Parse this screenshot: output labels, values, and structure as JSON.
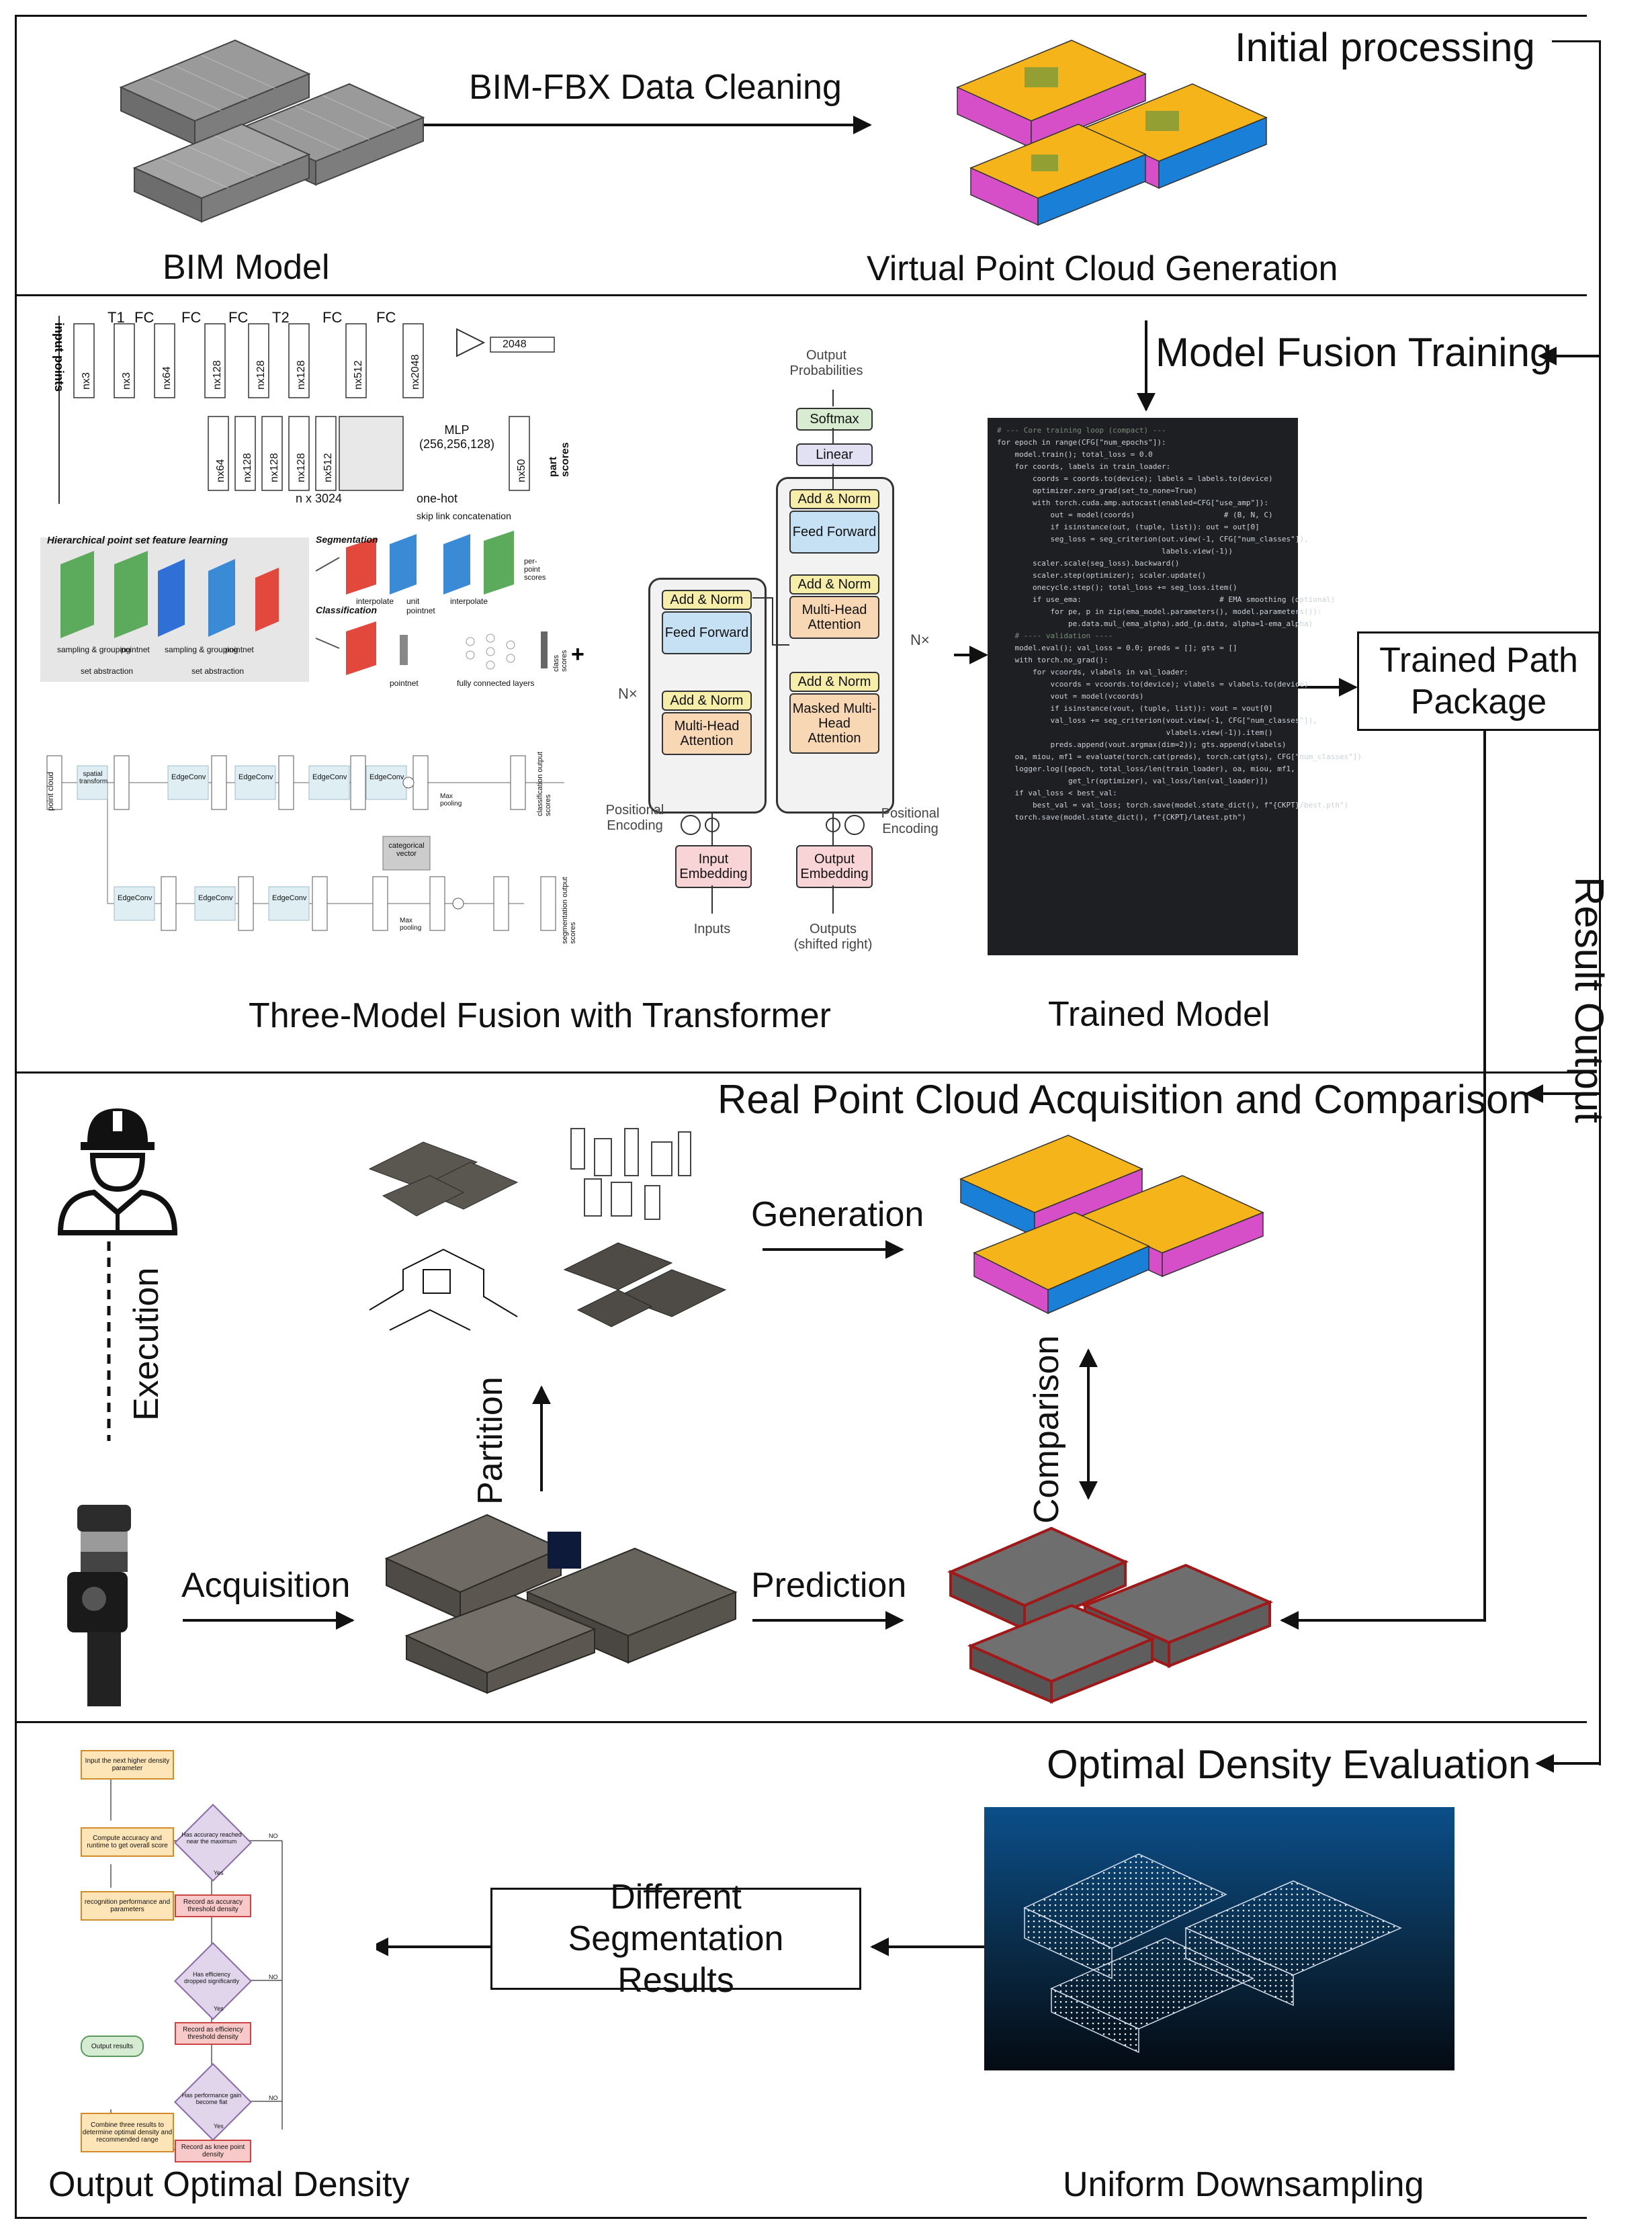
{
  "sections": {
    "s1": {
      "title": "Initial processing",
      "left_caption": "BIM Model",
      "arrow_label": "BIM-FBX Data Cleaning",
      "right_caption": "Virtual Point Cloud Generation"
    },
    "s2": {
      "title": "Model Fusion Training",
      "left_caption": "Three-Model Fusion with Transformer",
      "right_caption": "Trained Model",
      "package_box": "Trained Path Package",
      "pointnet": {
        "input_label": "input points",
        "t1": "T1",
        "t2": "T2",
        "fc": "FC",
        "dims": [
          "nx3",
          "nx3",
          "nx64",
          "nx128",
          "nx128",
          "nx128",
          "nx512",
          "nx2048"
        ],
        "out": "2048",
        "bottom_dims": [
          "nx64",
          "nx128",
          "nx128",
          "nx128",
          "nx512"
        ],
        "bottom_label": "n  x 3024",
        "one_hot": "one-hot",
        "mlp": "MLP (256,256,128)",
        "nx50": "nx50",
        "part_scores": "part scores"
      },
      "pointnet2": {
        "header": "skip link concatenation",
        "title": "Hierarchical point set feature learning",
        "segmentation": "Segmentation",
        "classification": "Classification",
        "sampling_grouping": "sampling & grouping",
        "pointnet": "pointnet",
        "set_abstraction": "set abstraction",
        "interpolate": "interpolate",
        "unit_pointnet": "unit pointnet",
        "fc_layers": "fully connected layers",
        "class_scores": "class scores",
        "per_point_scores": "per-point scores"
      },
      "dgcnn": {
        "point_cloud": "point cloud",
        "spatial_transform": "spatial transform",
        "edgeconv": "EdgeConv",
        "categorical_vector": "categorical vector",
        "max_pooling": "Max pooling",
        "class_output": "classification output scores",
        "seg_output": "segmentation output scores"
      },
      "transformer": {
        "output_probs": "Output Probabilities",
        "softmax": "Softmax",
        "linear": "Linear",
        "add_norm": "Add & Norm",
        "feed_forward": "Feed Forward",
        "mha": "Multi-Head Attention",
        "masked_mha": "Masked Multi-Head Attention",
        "nx": "N×",
        "pos_enc": "Positional Encoding",
        "input_emb": "Input Embedding",
        "output_emb": "Output Embedding",
        "inputs": "Inputs",
        "outputs": "Outputs (shifted right)"
      },
      "code_lines": [
        "# --- Core training loop (compact) ---",
        "for epoch in range(CFG[\"num_epochs\"]):",
        "    model.train(); total_loss = 0.0",
        "    for coords, labels in train_loader:",
        "        coords = coords.to(device); labels = labels.to(device)",
        "        optimizer.zero_grad(set_to_none=True)",
        "        with torch.cuda.amp.autocast(enabled=CFG[\"use_amp\"]):",
        "            out = model(coords)                    # (B, N, C)",
        "            if isinstance(out, (tuple, list)): out = out[0]",
        "            seg_loss = seg_criterion(out.view(-1, CFG[\"num_classes\"]),",
        "                                     labels.view(-1))",
        "        scaler.scale(seg_loss).backward()",
        "        scaler.step(optimizer); scaler.update()",
        "        onecycle.step(); total_loss += seg_loss.item()",
        "        if use_ema:                               # EMA smoothing (optional)",
        "            for pe, p in zip(ema_model.parameters(), model.parameters()):",
        "                pe.data.mul_(ema_alpha).add_(p.data, alpha=1-ema_alpha)",
        "    # ---- validation ----",
        "    model.eval(); val_loss = 0.0; preds = []; gts = []",
        "    with torch.no_grad():",
        "        for vcoords, vlabels in val_loader:",
        "            vcoords = vcoords.to(device); vlabels = vlabels.to(device)",
        "            vout = model(vcoords)",
        "            if isinstance(vout, (tuple, list)): vout = vout[0]",
        "            val_loss += seg_criterion(vout.view(-1, CFG[\"num_classes\"]),",
        "                                      vlabels.view(-1)).item()",
        "            preds.append(vout.argmax(dim=2)); gts.append(vlabels)",
        "    oa, miou, mf1 = evaluate(torch.cat(preds), torch.cat(gts), CFG[\"num_classes\"])",
        "    logger.log([epoch, total_loss/len(train_loader), oa, miou, mf1,",
        "                get_lr(optimizer), val_loss/len(val_loader)])",
        "    if val_loss < best_val:",
        "        best_val = val_loss; torch.save(model.state_dict(), f\"{CKPT}/best.pth\")",
        "    torch.save(model.state_dict(), f\"{CKPT}/latest.pth\")"
      ]
    },
    "s3": {
      "title": "Real Point Cloud Acquisition and Comparison",
      "execution": "Execution",
      "acquisition": "Acquisition",
      "partition": "Partition",
      "generation": "Generation",
      "prediction": "Prediction",
      "comparison": "Comparison"
    },
    "s4": {
      "title": "Optimal Density Evaluation",
      "left_caption": "Output Optimal Density",
      "right_caption": "Uniform Downsampling",
      "middle_box": "Different Segmentation Results",
      "flow": {
        "n1": "Input the next higher density parameter",
        "n2": "Compute accuracy and runtime to get overall score",
        "n3": "recognition performance and parameters",
        "d1": "Has accuracy reached near the maximum",
        "r1": "Record as accuracy threshold density",
        "d2": "Has efficiency dropped significantly",
        "r2": "Record as efficiency threshold density",
        "d3": "Has performance gain become flat",
        "r3": "Record as knee point density",
        "out": "Output results",
        "combine": "Combine three results to determine optimal density and recommended range",
        "yes": "Yes",
        "no": "NO"
      }
    }
  },
  "side_label": "Result Output",
  "colors": {
    "bim_gray": "#8c8c8c",
    "virtual_yellow": "#f4b41a",
    "virtual_magenta": "#d64fc8",
    "virtual_blue": "#1a7fd6",
    "pred_red": "#a01818",
    "pred_gray": "#6e6e6e",
    "scan_blue": "#0b4f8a"
  }
}
